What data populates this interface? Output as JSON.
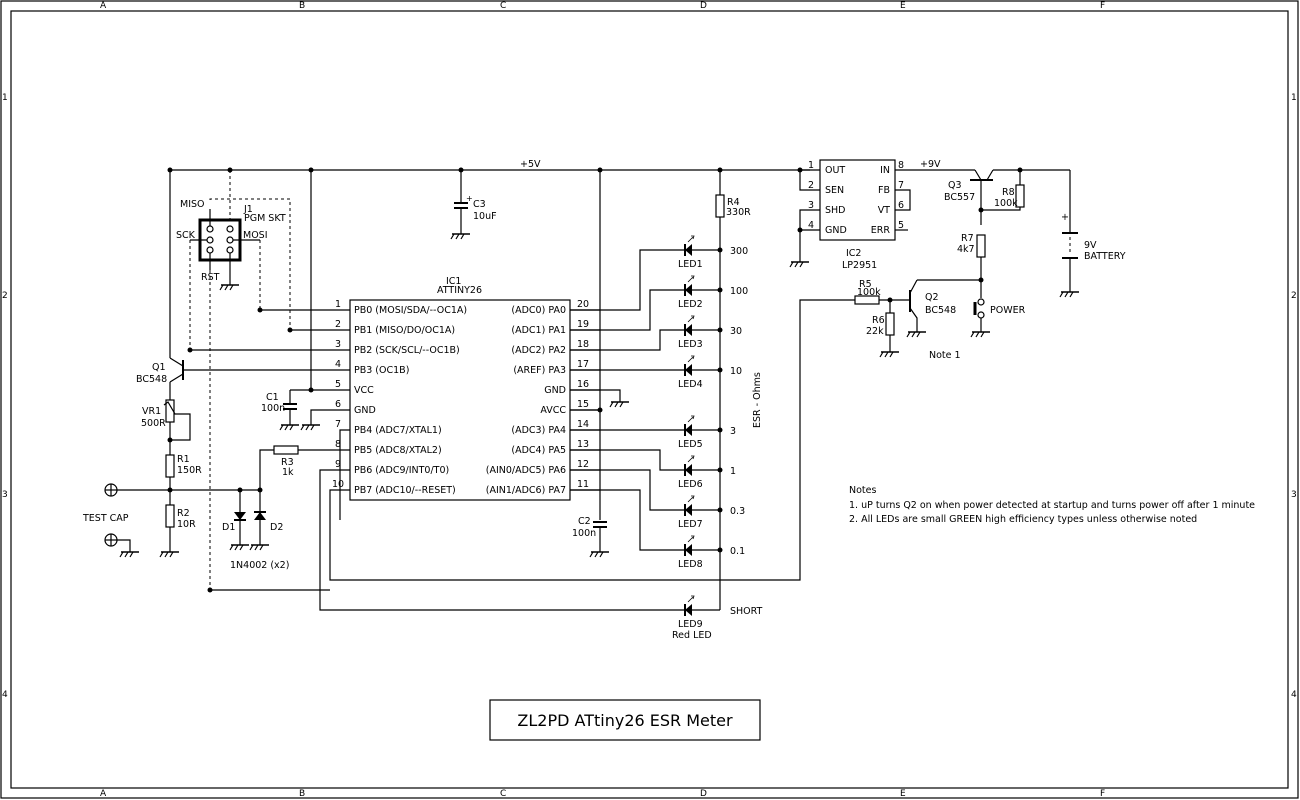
{
  "title": "ZL2PD ATtiny26 ESR Meter",
  "border": {
    "columns": [
      "A",
      "B",
      "C",
      "D",
      "E",
      "F"
    ],
    "rows": [
      "1",
      "2",
      "3",
      "4"
    ]
  },
  "nets": {
    "vcc5": "+5V",
    "vcc9": "+9V"
  },
  "ic1": {
    "ref": "IC1",
    "part": "ATTINY26",
    "left_pins": [
      {
        "num": "1",
        "name": "PB0 (MOSI/SDA/--OC1A)"
      },
      {
        "num": "2",
        "name": "PB1 (MISO/DO/OC1A)"
      },
      {
        "num": "3",
        "name": "PB2 (SCK/SCL/--OC1B)"
      },
      {
        "num": "4",
        "name": "PB3 (OC1B)"
      },
      {
        "num": "5",
        "name": "VCC"
      },
      {
        "num": "6",
        "name": "GND"
      },
      {
        "num": "7",
        "name": "PB4 (ADC7/XTAL1)"
      },
      {
        "num": "8",
        "name": "PB5 (ADC8/XTAL2)"
      },
      {
        "num": "9",
        "name": "PB6 (ADC9/INT0/T0)"
      },
      {
        "num": "10",
        "name": "PB7 (ADC10/--RESET)"
      }
    ],
    "right_pins": [
      {
        "num": "20",
        "name": "(ADC0) PA0"
      },
      {
        "num": "19",
        "name": "(ADC1) PA1"
      },
      {
        "num": "18",
        "name": "(ADC2) PA2"
      },
      {
        "num": "17",
        "name": "(AREF) PA3"
      },
      {
        "num": "16",
        "name": "GND"
      },
      {
        "num": "15",
        "name": "AVCC"
      },
      {
        "num": "14",
        "name": "(ADC3) PA4"
      },
      {
        "num": "13",
        "name": "(ADC4) PA5"
      },
      {
        "num": "12",
        "name": "(AIN0/ADC5) PA6"
      },
      {
        "num": "11",
        "name": "(AIN1/ADC6) PA7"
      }
    ]
  },
  "ic2": {
    "ref": "IC2",
    "part": "LP2951",
    "left_pins": [
      {
        "num": "1",
        "name": "OUT"
      },
      {
        "num": "2",
        "name": "SEN"
      },
      {
        "num": "3",
        "name": "SHD"
      },
      {
        "num": "4",
        "name": "GND"
      }
    ],
    "right_pins": [
      {
        "num": "8",
        "name": "IN"
      },
      {
        "num": "7",
        "name": "FB"
      },
      {
        "num": "6",
        "name": "VT"
      },
      {
        "num": "5",
        "name": "ERR"
      }
    ]
  },
  "j1": {
    "ref": "J1",
    "name": "PGM SKT",
    "miso": "MISO",
    "sck": "SCK",
    "mosi": "MOSI",
    "rst": "RST"
  },
  "leds": [
    {
      "ref": "LED1",
      "value": "300"
    },
    {
      "ref": "LED2",
      "value": "100"
    },
    {
      "ref": "LED3",
      "value": "30"
    },
    {
      "ref": "LED4",
      "value": "10"
    },
    {
      "ref": "LED5",
      "value": "3"
    },
    {
      "ref": "LED6",
      "value": "1"
    },
    {
      "ref": "LED7",
      "value": "0.3"
    },
    {
      "ref": "LED8",
      "value": "0.1"
    },
    {
      "ref": "LED9",
      "value": "SHORT",
      "note": "Red LED"
    }
  ],
  "esr_axis_label": "ESR - Ohms",
  "components": {
    "r1": {
      "ref": "R1",
      "value": "150R"
    },
    "r2": {
      "ref": "R2",
      "value": "10R"
    },
    "r3": {
      "ref": "R3",
      "value": "1k"
    },
    "r4": {
      "ref": "R4",
      "value": "330R"
    },
    "r5": {
      "ref": "R5",
      "value": "100k"
    },
    "r6": {
      "ref": "R6",
      "value": "22k"
    },
    "r7": {
      "ref": "R7",
      "value": "4k7"
    },
    "r8": {
      "ref": "R8",
      "value": "100k"
    },
    "vr1": {
      "ref": "VR1",
      "value": "500R"
    },
    "c1": {
      "ref": "C1",
      "value": "100n"
    },
    "c2": {
      "ref": "C2",
      "value": "100n"
    },
    "c3": {
      "ref": "C3",
      "value": "10uF"
    },
    "q1": {
      "ref": "Q1",
      "value": "BC548"
    },
    "q2": {
      "ref": "Q2",
      "value": "BC548"
    },
    "q3": {
      "ref": "Q3",
      "value": "BC557"
    },
    "d1": {
      "ref": "D1"
    },
    "d2": {
      "ref": "D2"
    },
    "diodes_part": "1N4002 (x2)",
    "battery": {
      "value": "9V",
      "name": "BATTERY",
      "plus": "+"
    },
    "power_switch": "POWER",
    "note_ref": "Note 1",
    "test_cap": "TEST CAP",
    "c3_plus": "+"
  },
  "notes": {
    "heading": "Notes",
    "items": [
      "1. uP turns Q2 on when power detected at startup and turns power off after 1 minute",
      "2. All LEDs are small GREEN high efficiency types unless otherwise noted"
    ]
  }
}
